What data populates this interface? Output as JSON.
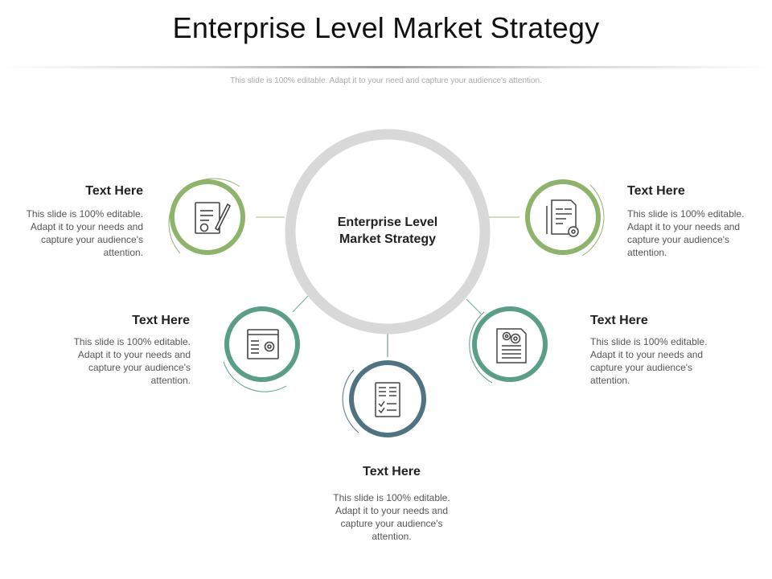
{
  "slide": {
    "title": "Enterprise Level Market Strategy",
    "subtitle": "This slide is 100% editable. Adapt it to your need and capture your audience's attention."
  },
  "center": {
    "line1": "Enterprise Level",
    "line2": "Market Strategy"
  },
  "colors": {
    "green": "#8db46a",
    "teal": "#5a9e86",
    "slate": "#4f7380",
    "center_ring": "#d8d8d8"
  },
  "items": [
    {
      "title": "Text Here",
      "body": "This slide is 100% editable. Adapt it to your needs and capture your audience's attention.",
      "icon": "document-signature-icon"
    },
    {
      "title": "Text Here",
      "body": "This slide is 100% editable. Adapt it to your needs and capture your audience's attention.",
      "icon": "browser-settings-icon"
    },
    {
      "title": "Text Here",
      "body": "This slide is 100% editable. Adapt it to your needs and capture your audience's attention.",
      "icon": "checklist-document-icon"
    },
    {
      "title": "Text Here",
      "body": "This slide is 100% editable. Adapt it to your needs and capture your audience's attention.",
      "icon": "document-gears-icon"
    },
    {
      "title": "Text Here",
      "body": "This slide is 100% editable. Adapt it to your needs and capture your audience's attention.",
      "icon": "report-chart-gear-icon"
    }
  ]
}
